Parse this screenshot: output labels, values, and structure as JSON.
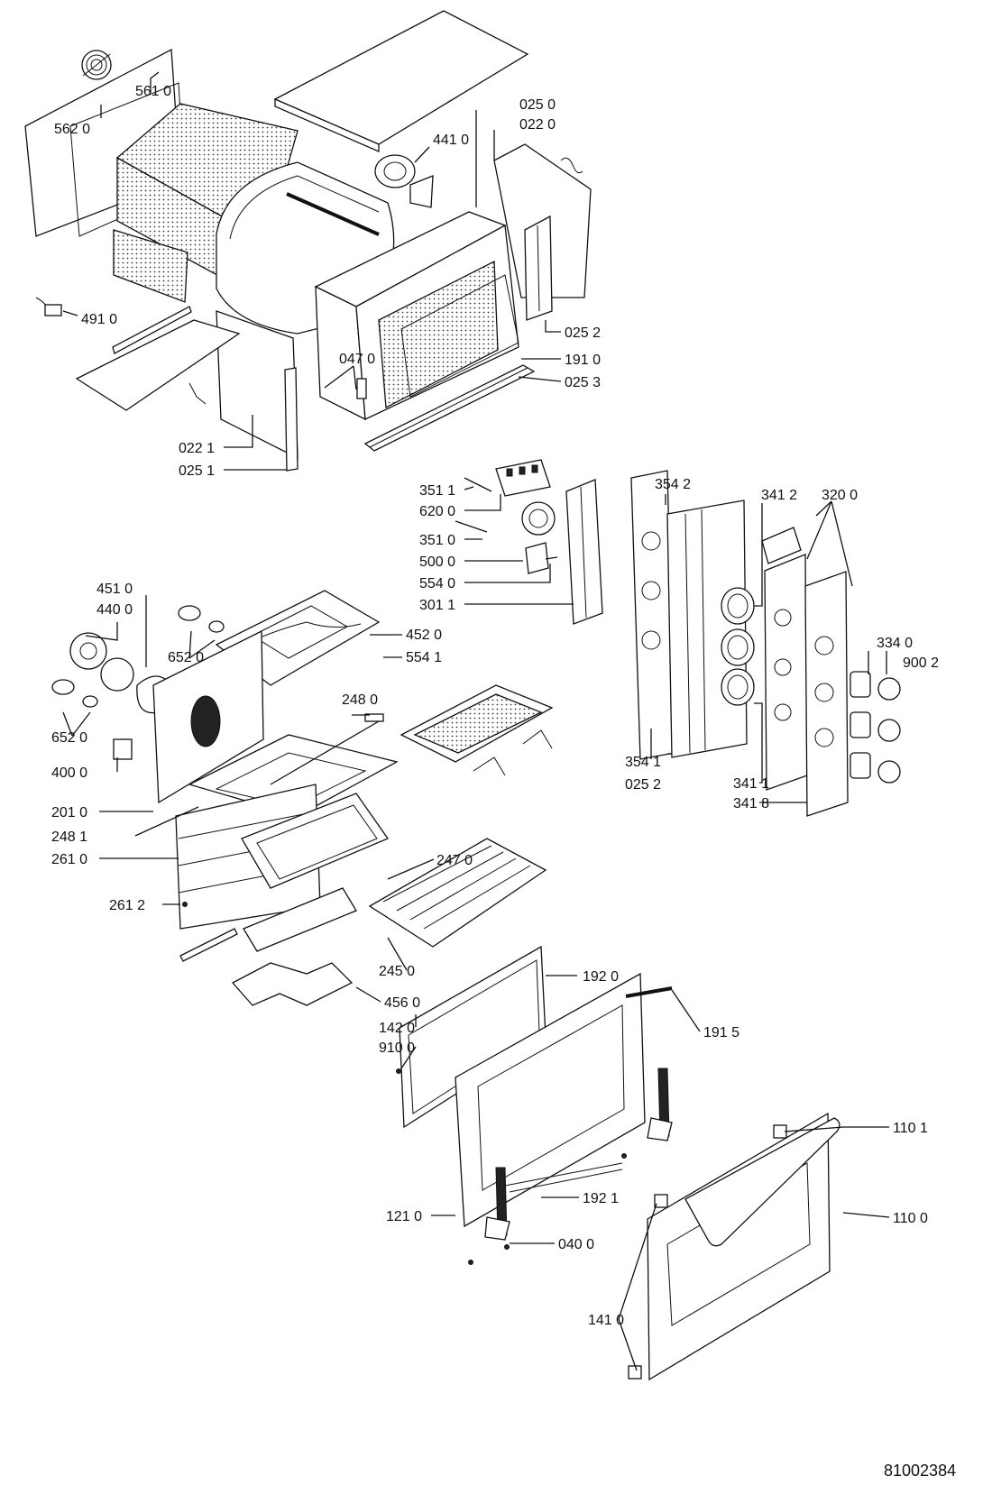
{
  "diagram": {
    "document_number": "81002384",
    "callouts": [
      {
        "id": "c-5610",
        "text": "561 0"
      },
      {
        "id": "c-5620",
        "text": "562 0"
      },
      {
        "id": "c-0250",
        "text": "025 0"
      },
      {
        "id": "c-0220",
        "text": "022 0"
      },
      {
        "id": "c-4410",
        "text": "441 0"
      },
      {
        "id": "c-4910",
        "text": "491 0"
      },
      {
        "id": "c-0252a",
        "text": "025 2"
      },
      {
        "id": "c-0470",
        "text": "047 0"
      },
      {
        "id": "c-1910",
        "text": "191 0"
      },
      {
        "id": "c-0253",
        "text": "025 3"
      },
      {
        "id": "c-0221",
        "text": "022 1"
      },
      {
        "id": "c-0251",
        "text": "025 1"
      },
      {
        "id": "c-3511",
        "text": "351 1"
      },
      {
        "id": "c-6200",
        "text": "620 0"
      },
      {
        "id": "c-3510",
        "text": "351 0"
      },
      {
        "id": "c-5000",
        "text": "500 0"
      },
      {
        "id": "c-5540",
        "text": "554 0"
      },
      {
        "id": "c-3011",
        "text": "301 1"
      },
      {
        "id": "c-3542",
        "text": "354 2"
      },
      {
        "id": "c-3412",
        "text": "341 2"
      },
      {
        "id": "c-3200",
        "text": "320 0"
      },
      {
        "id": "c-3340",
        "text": "334 0"
      },
      {
        "id": "c-9002",
        "text": "900 2"
      },
      {
        "id": "c-3541",
        "text": "354 1"
      },
      {
        "id": "c-0252b",
        "text": "025 2"
      },
      {
        "id": "c-3411",
        "text": "341 1"
      },
      {
        "id": "c-3418",
        "text": "341 8"
      },
      {
        "id": "c-4510",
        "text": "451 0"
      },
      {
        "id": "c-4400",
        "text": "440 0"
      },
      {
        "id": "c-4520",
        "text": "452 0"
      },
      {
        "id": "c-6520a",
        "text": "652 0"
      },
      {
        "id": "c-5541",
        "text": "554 1"
      },
      {
        "id": "c-2480",
        "text": "248 0"
      },
      {
        "id": "c-6520b",
        "text": "652 0"
      },
      {
        "id": "c-4000",
        "text": "400 0"
      },
      {
        "id": "c-2010",
        "text": "201 0"
      },
      {
        "id": "c-2481",
        "text": "248 1"
      },
      {
        "id": "c-2610",
        "text": "261 0"
      },
      {
        "id": "c-2470",
        "text": "247 0"
      },
      {
        "id": "c-2612",
        "text": "261 2"
      },
      {
        "id": "c-2450",
        "text": "245 0"
      },
      {
        "id": "c-1920",
        "text": "192 0"
      },
      {
        "id": "c-4560",
        "text": "456 0"
      },
      {
        "id": "c-1420",
        "text": "142 0"
      },
      {
        "id": "c-1915",
        "text": "191 5"
      },
      {
        "id": "c-9100",
        "text": "910 0"
      },
      {
        "id": "c-1101",
        "text": "110 1"
      },
      {
        "id": "c-1100",
        "text": "110 0"
      },
      {
        "id": "c-1210",
        "text": "121 0"
      },
      {
        "id": "c-1921",
        "text": "192 1"
      },
      {
        "id": "c-0400",
        "text": "040 0"
      },
      {
        "id": "c-1410",
        "text": "141 0"
      }
    ]
  }
}
